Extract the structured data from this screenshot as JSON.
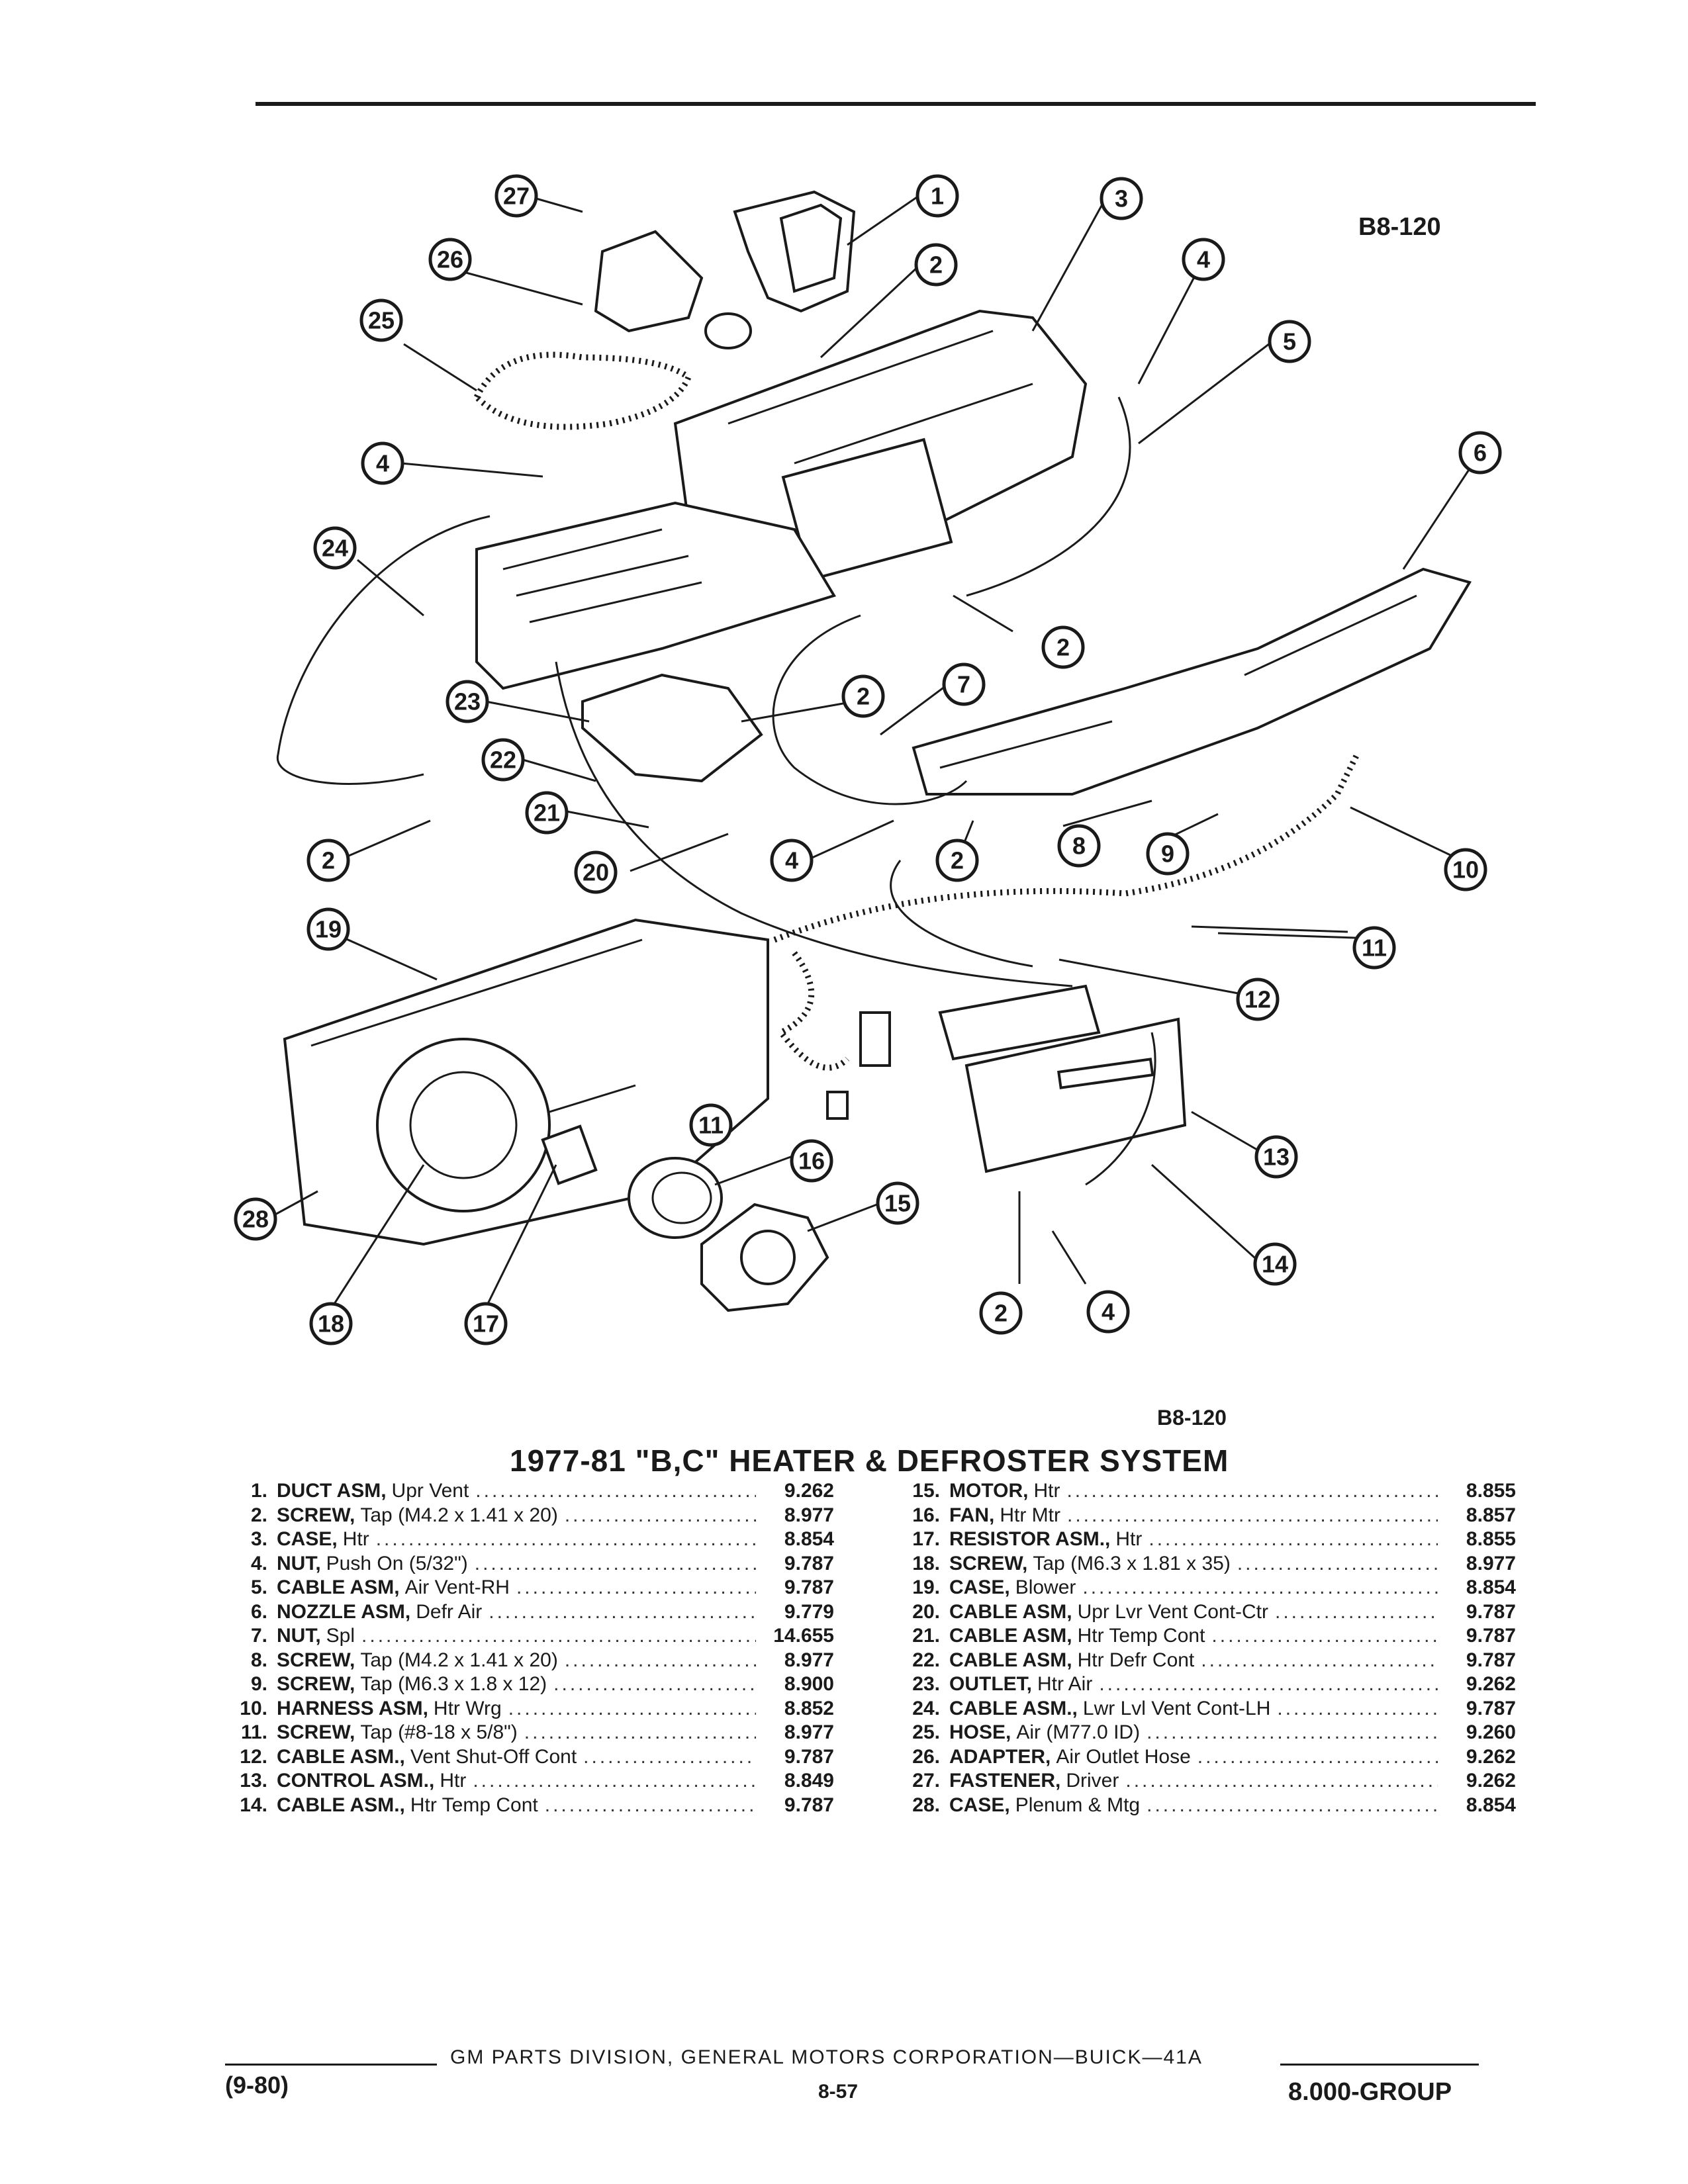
{
  "figure": {
    "code_top": "B8-120",
    "code_bottom": "B8-120"
  },
  "title": "1977-81 \"B,C\" HEATER & DEFROSTER SYSTEM",
  "callouts": [
    "1",
    "2",
    "3",
    "4",
    "5",
    "6",
    "7",
    "8",
    "9",
    "10",
    "11",
    "12",
    "13",
    "14",
    "15",
    "16",
    "17",
    "18",
    "19",
    "20",
    "21",
    "22",
    "23",
    "24",
    "25",
    "26",
    "27",
    "28"
  ],
  "parts_left": [
    {
      "num": "1.",
      "name": "DUCT ASM,",
      "desc": "Upr Vent",
      "group": "9.262"
    },
    {
      "num": "2.",
      "name": "SCREW,",
      "desc": "Tap (M4.2 x 1.41 x 20)",
      "group": "8.977"
    },
    {
      "num": "3.",
      "name": "CASE,",
      "desc": "Htr",
      "group": "8.854"
    },
    {
      "num": "4.",
      "name": "NUT,",
      "desc": "Push On (5/32\")",
      "group": "9.787"
    },
    {
      "num": "5.",
      "name": "CABLE ASM,",
      "desc": "Air Vent-RH",
      "group": "9.787"
    },
    {
      "num": "6.",
      "name": "NOZZLE ASM,",
      "desc": "Defr Air",
      "group": "9.779"
    },
    {
      "num": "7.",
      "name": "NUT,",
      "desc": "Spl",
      "group": "14.655"
    },
    {
      "num": "8.",
      "name": "SCREW,",
      "desc": "Tap (M4.2 x 1.41 x 20)",
      "group": "8.977"
    },
    {
      "num": "9.",
      "name": "SCREW,",
      "desc": "Tap (M6.3 x 1.8 x 12)",
      "group": "8.900"
    },
    {
      "num": "10.",
      "name": "HARNESS ASM,",
      "desc": "Htr Wrg",
      "group": "8.852"
    },
    {
      "num": "11.",
      "name": "SCREW,",
      "desc": "Tap (#8-18 x 5/8\")",
      "group": "8.977"
    },
    {
      "num": "12.",
      "name": "CABLE ASM.,",
      "desc": "Vent Shut-Off Cont",
      "group": "9.787"
    },
    {
      "num": "13.",
      "name": "CONTROL ASM.,",
      "desc": "Htr",
      "group": "8.849"
    },
    {
      "num": "14.",
      "name": "CABLE ASM.,",
      "desc": "Htr Temp Cont",
      "group": "9.787"
    }
  ],
  "parts_right": [
    {
      "num": "15.",
      "name": "MOTOR,",
      "desc": "Htr",
      "group": "8.855"
    },
    {
      "num": "16.",
      "name": "FAN,",
      "desc": "Htr Mtr",
      "group": "8.857"
    },
    {
      "num": "17.",
      "name": "RESISTOR ASM.,",
      "desc": "Htr",
      "group": "8.855"
    },
    {
      "num": "18.",
      "name": "SCREW,",
      "desc": "Tap (M6.3 x 1.81 x 35)",
      "group": "8.977"
    },
    {
      "num": "19.",
      "name": "CASE,",
      "desc": "Blower",
      "group": "8.854"
    },
    {
      "num": "20.",
      "name": "CABLE ASM,",
      "desc": "Upr Lvr Vent Cont-Ctr",
      "group": "9.787"
    },
    {
      "num": "21.",
      "name": "CABLE ASM,",
      "desc": "Htr Temp Cont",
      "group": "9.787"
    },
    {
      "num": "22.",
      "name": "CABLE ASM,",
      "desc": "Htr Defr Cont",
      "group": "9.787"
    },
    {
      "num": "23.",
      "name": "OUTLET,",
      "desc": "Htr Air",
      "group": "9.262"
    },
    {
      "num": "24.",
      "name": "CABLE ASM.,",
      "desc": "Lwr Lvl Vent Cont-LH",
      "group": "9.787"
    },
    {
      "num": "25.",
      "name": "HOSE,",
      "desc": "Air (M77.0 ID)",
      "group": "9.260"
    },
    {
      "num": "26.",
      "name": "ADAPTER,",
      "desc": "Air Outlet Hose",
      "group": "9.262"
    },
    {
      "num": "27.",
      "name": "FASTENER,",
      "desc": "Driver",
      "group": "9.262"
    },
    {
      "num": "28.",
      "name": "CASE,",
      "desc": "Plenum & Mtg",
      "group": "8.854"
    }
  ],
  "footer": {
    "center": "GM PARTS DIVISION, GENERAL MOTORS CORPORATION—BUICK—41A",
    "date": "(9-80)",
    "page": "8-57",
    "group": "8.000-GROUP"
  }
}
